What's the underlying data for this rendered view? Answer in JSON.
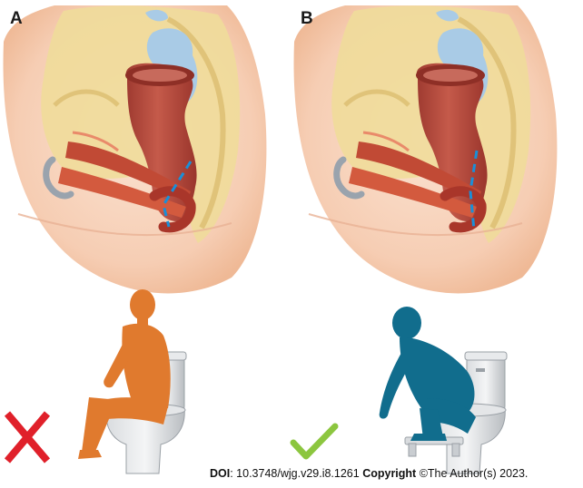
{
  "panels": [
    {
      "label": "A",
      "verdict": "incorrect",
      "mark_color": "#e0202a"
    },
    {
      "label": "B",
      "verdict": "correct",
      "mark_color": "#8cc63f"
    }
  ],
  "figure_colors": {
    "sitting_figure": "#e07a2e",
    "squatting_figure": "#116d8d",
    "rectum": "#b5463a",
    "bone": "#f0dc9a",
    "skin": "#f6cdb3",
    "axis_line": "#1a8fd8"
  },
  "footer": {
    "doi_label": "DOI",
    "doi_value": ": 10.3748/wjg.v29.i8.1261",
    "copyright_label": "Copyright",
    "copyright_text": "©The Author(s) 2023."
  }
}
